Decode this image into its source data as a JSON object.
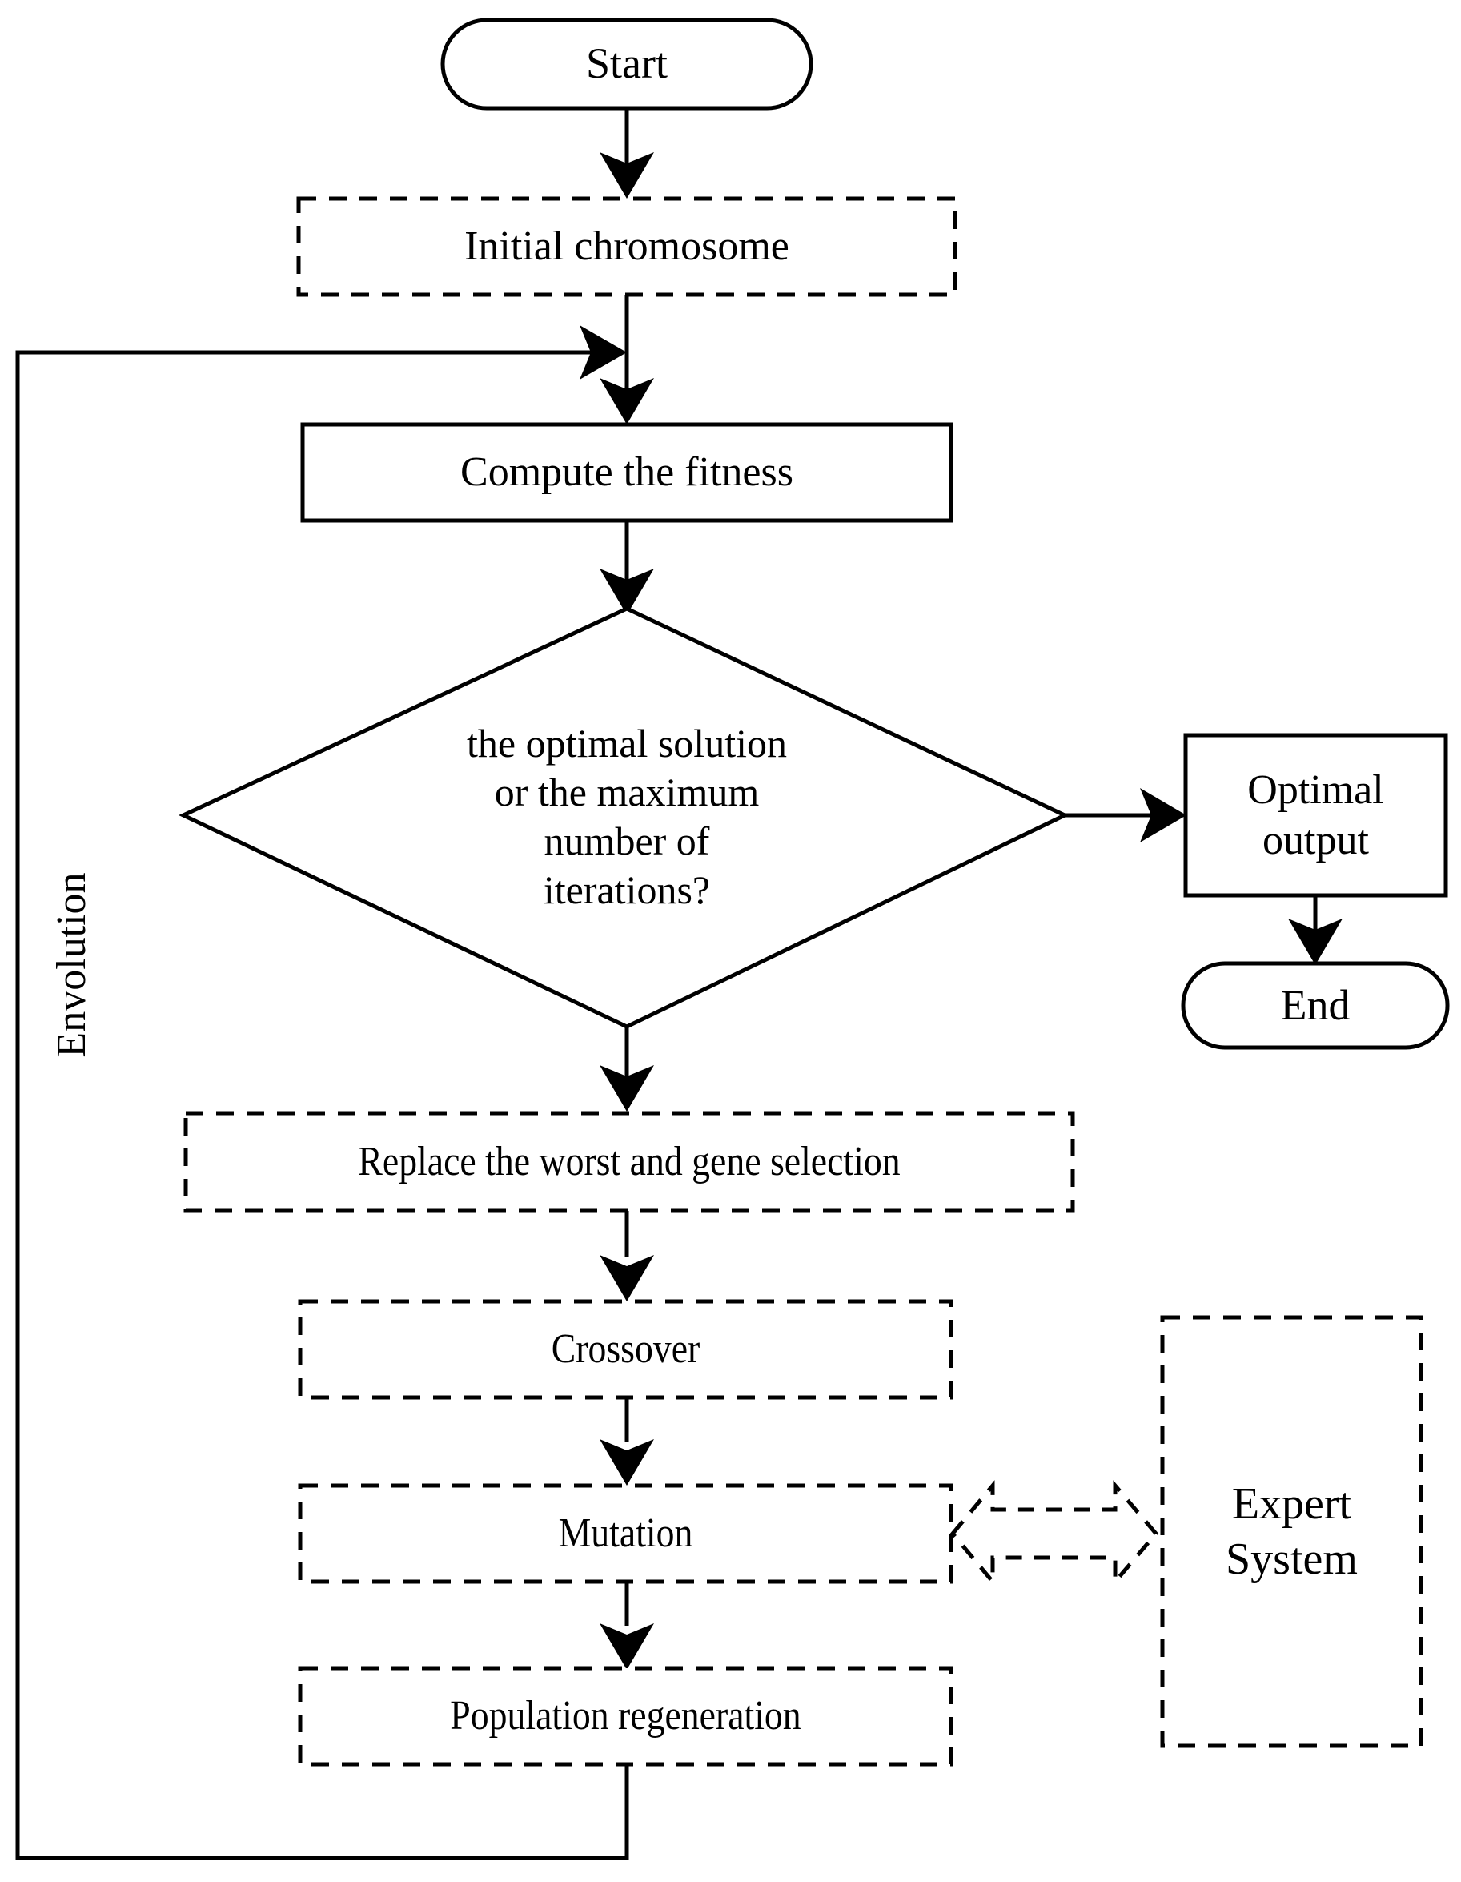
{
  "diagram": {
    "title": "Genetic algorithm with expert system flowchart",
    "type": "flowchart",
    "colors": {
      "background": "#ffffff",
      "stroke": "#000000",
      "fill": "#ffffff"
    },
    "side_label": "Envolution",
    "nodes": {
      "start": {
        "label": "Start",
        "shape": "stadium",
        "border": "solid"
      },
      "initial_chromosome": {
        "label": "Initial chromosome",
        "shape": "rectangle",
        "border": "dashed"
      },
      "compute_fitness": {
        "label": "Compute the fitness",
        "shape": "rectangle",
        "border": "solid"
      },
      "decision": {
        "label": "the optimal solution\nor the maximum\nnumber of\niterations?",
        "shape": "diamond",
        "border": "solid"
      },
      "optimal_output": {
        "label": "Optimal\noutput",
        "shape": "rectangle",
        "border": "solid"
      },
      "end": {
        "label": "End",
        "shape": "stadium",
        "border": "solid"
      },
      "replace_worst": {
        "label": "Replace the worst and gene selection",
        "shape": "rectangle",
        "border": "dashed"
      },
      "crossover": {
        "label": "Crossover",
        "shape": "rectangle",
        "border": "dashed"
      },
      "mutation": {
        "label": "Mutation",
        "shape": "rectangle",
        "border": "dashed"
      },
      "population_regeneration": {
        "label": "Population regeneration",
        "shape": "rectangle",
        "border": "dashed"
      },
      "expert_system": {
        "label": "Expert\nSystem",
        "shape": "rectangle",
        "border": "dashed"
      }
    },
    "edges": [
      {
        "from": "start",
        "to": "initial_chromosome",
        "style": "solid",
        "arrow": "single"
      },
      {
        "from": "initial_chromosome",
        "to": "compute_fitness",
        "style": "solid",
        "arrow": "single"
      },
      {
        "from": "compute_fitness",
        "to": "decision",
        "style": "solid",
        "arrow": "single"
      },
      {
        "from": "decision",
        "to": "optimal_output",
        "style": "solid",
        "arrow": "single"
      },
      {
        "from": "optimal_output",
        "to": "end",
        "style": "solid",
        "arrow": "single"
      },
      {
        "from": "decision",
        "to": "replace_worst",
        "style": "solid",
        "arrow": "single"
      },
      {
        "from": "replace_worst",
        "to": "crossover",
        "style": "solid",
        "arrow": "single"
      },
      {
        "from": "crossover",
        "to": "mutation",
        "style": "solid",
        "arrow": "single"
      },
      {
        "from": "mutation",
        "to": "population_regeneration",
        "style": "solid",
        "arrow": "single"
      },
      {
        "from": "population_regeneration",
        "to": "compute_fitness",
        "style": "solid",
        "arrow": "single",
        "label": "Envolution",
        "routing": "feedback-loop-left"
      },
      {
        "from": "mutation",
        "to": "expert_system",
        "style": "dashed",
        "arrow": "double",
        "shape": "block-arrow"
      }
    ]
  }
}
